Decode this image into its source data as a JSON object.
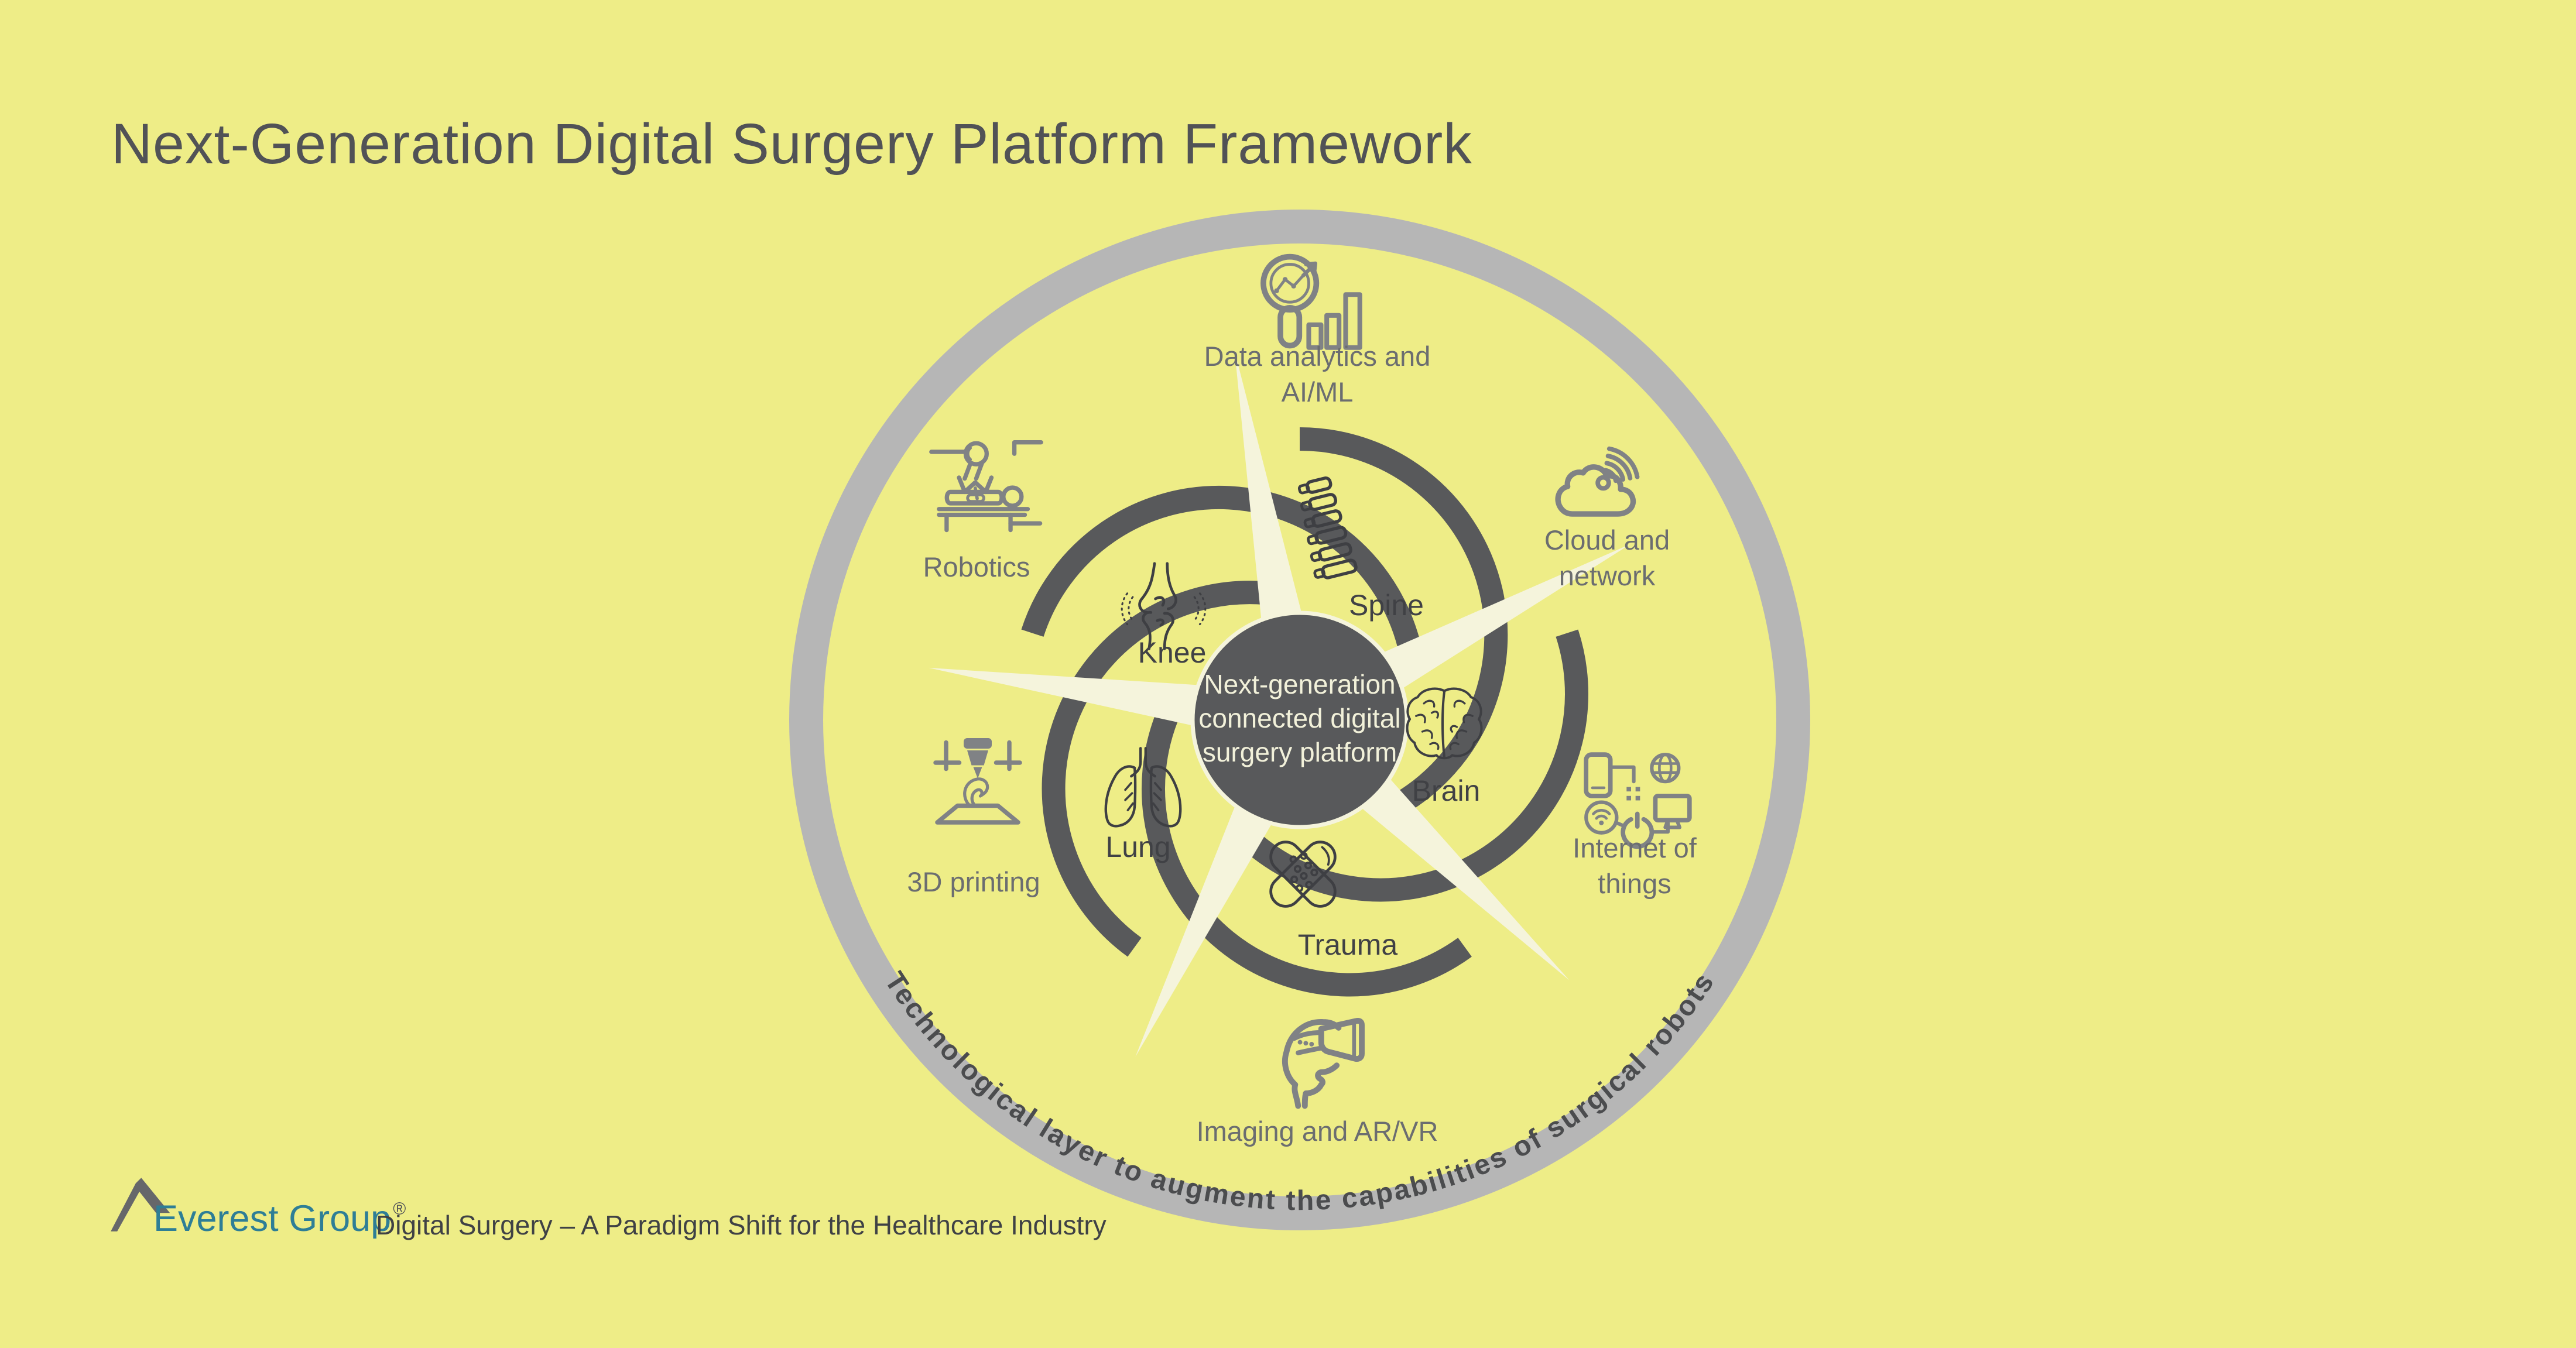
{
  "title": "Next-Generation Digital Surgery Platform Framework",
  "colors": {
    "background": "#eeed87",
    "cream": "#f5f4dc",
    "ring": "#b6b6b6",
    "dark": "#58595b",
    "center_text": "#f2f1da",
    "ring_text": "#4b4c4e",
    "icon_gray": "#808285",
    "icon_dark": "#3e3f43",
    "text_gray": "#6b6d70",
    "text_dark": "#404145",
    "title_color": "#515256",
    "teal": "#2e7e96",
    "logo_gray": "#66676a"
  },
  "center": {
    "lines": [
      "Next-generation",
      "connected digital",
      "surgery platform"
    ]
  },
  "ring_label": "Technological layer to augment the capabilities of surgical robots",
  "specialties": [
    {
      "id": "spine",
      "label": "Spine",
      "icon": "spine-icon"
    },
    {
      "id": "brain",
      "label": "Brain",
      "icon": "brain-icon"
    },
    {
      "id": "trauma",
      "label": "Trauma",
      "icon": "trauma-icon"
    },
    {
      "id": "lung",
      "label": "Lung",
      "icon": "lung-icon"
    },
    {
      "id": "knee",
      "label": "Knee",
      "icon": "knee-icon"
    }
  ],
  "technologies": [
    {
      "id": "data-analytics",
      "lines": [
        "Data analytics and",
        "AI/ML"
      ],
      "icon": "data-analytics-icon"
    },
    {
      "id": "cloud-network",
      "lines": [
        "Cloud and",
        "network"
      ],
      "icon": "cloud-network-icon"
    },
    {
      "id": "iot",
      "lines": [
        "Internet of",
        "things"
      ],
      "icon": "iot-icon"
    },
    {
      "id": "imaging-arvr",
      "lines": [
        "Imaging and AR/VR"
      ],
      "icon": "imaging-arvr-icon"
    },
    {
      "id": "3d-printing",
      "lines": [
        "3D printing"
      ],
      "icon": "3d-printing-icon"
    },
    {
      "id": "robotics",
      "lines": [
        "Robotics"
      ],
      "icon": "robotics-icon"
    }
  ],
  "footer": {
    "brand": "Everest Group",
    "registered": "®",
    "caption": "Digital Surgery – A Paradigm Shift for the Healthcare Industry"
  }
}
